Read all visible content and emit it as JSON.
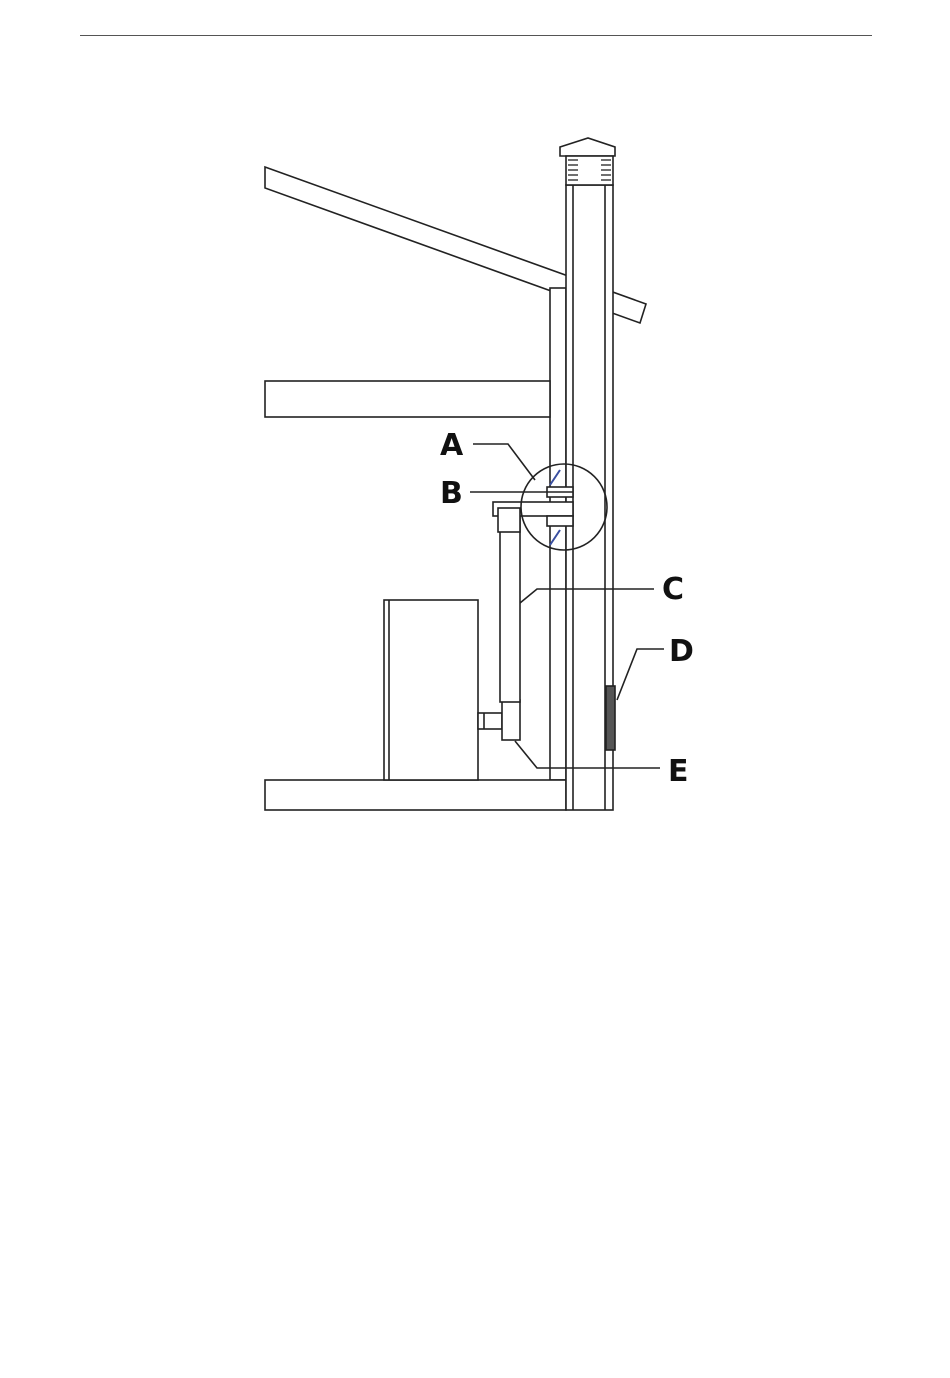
{
  "diagram": {
    "callouts": [
      {
        "id": "A",
        "label": "A"
      },
      {
        "id": "B",
        "label": "B"
      },
      {
        "id": "C",
        "label": "C"
      },
      {
        "id": "D",
        "label": "D"
      },
      {
        "id": "E",
        "label": "E"
      }
    ],
    "colors": {
      "stroke": "#222222",
      "fill": "#ffffff",
      "accent_blue": "#3a4fa0",
      "flashing": "#555555"
    }
  }
}
